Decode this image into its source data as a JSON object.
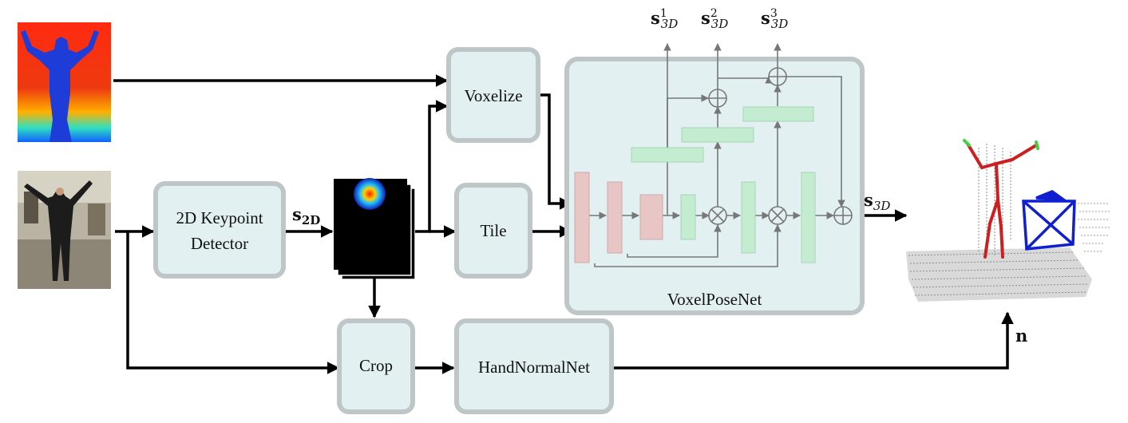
{
  "blocks": {
    "keypoint_line1": "2D Keypoint",
    "keypoint_line2": "Detector",
    "voxelize": "Voxelize",
    "tile": "Tile",
    "crop": "Crop",
    "handnormal": "HandNormalNet",
    "voxelposenet": "VoxelPoseNet"
  },
  "signals": {
    "s2d_base": "s",
    "s2d_sub": "2D",
    "s3d_base": "s",
    "s3d_sub": "3D",
    "s3d_1_sup": "1",
    "s3d_2_sup": "2",
    "s3d_3_sup": "3",
    "n": "n"
  },
  "colors": {
    "block_fill": "#e3f0f1",
    "block_border": "#bfc6c7",
    "encoder_red": "#e8c6c6",
    "decoder_green": "#c4ecd1",
    "depth_red": "#e8341c",
    "depth_blue": "#1e3cd8",
    "skeleton_red": "#cc2020",
    "hand_blue": "#1020d0"
  }
}
